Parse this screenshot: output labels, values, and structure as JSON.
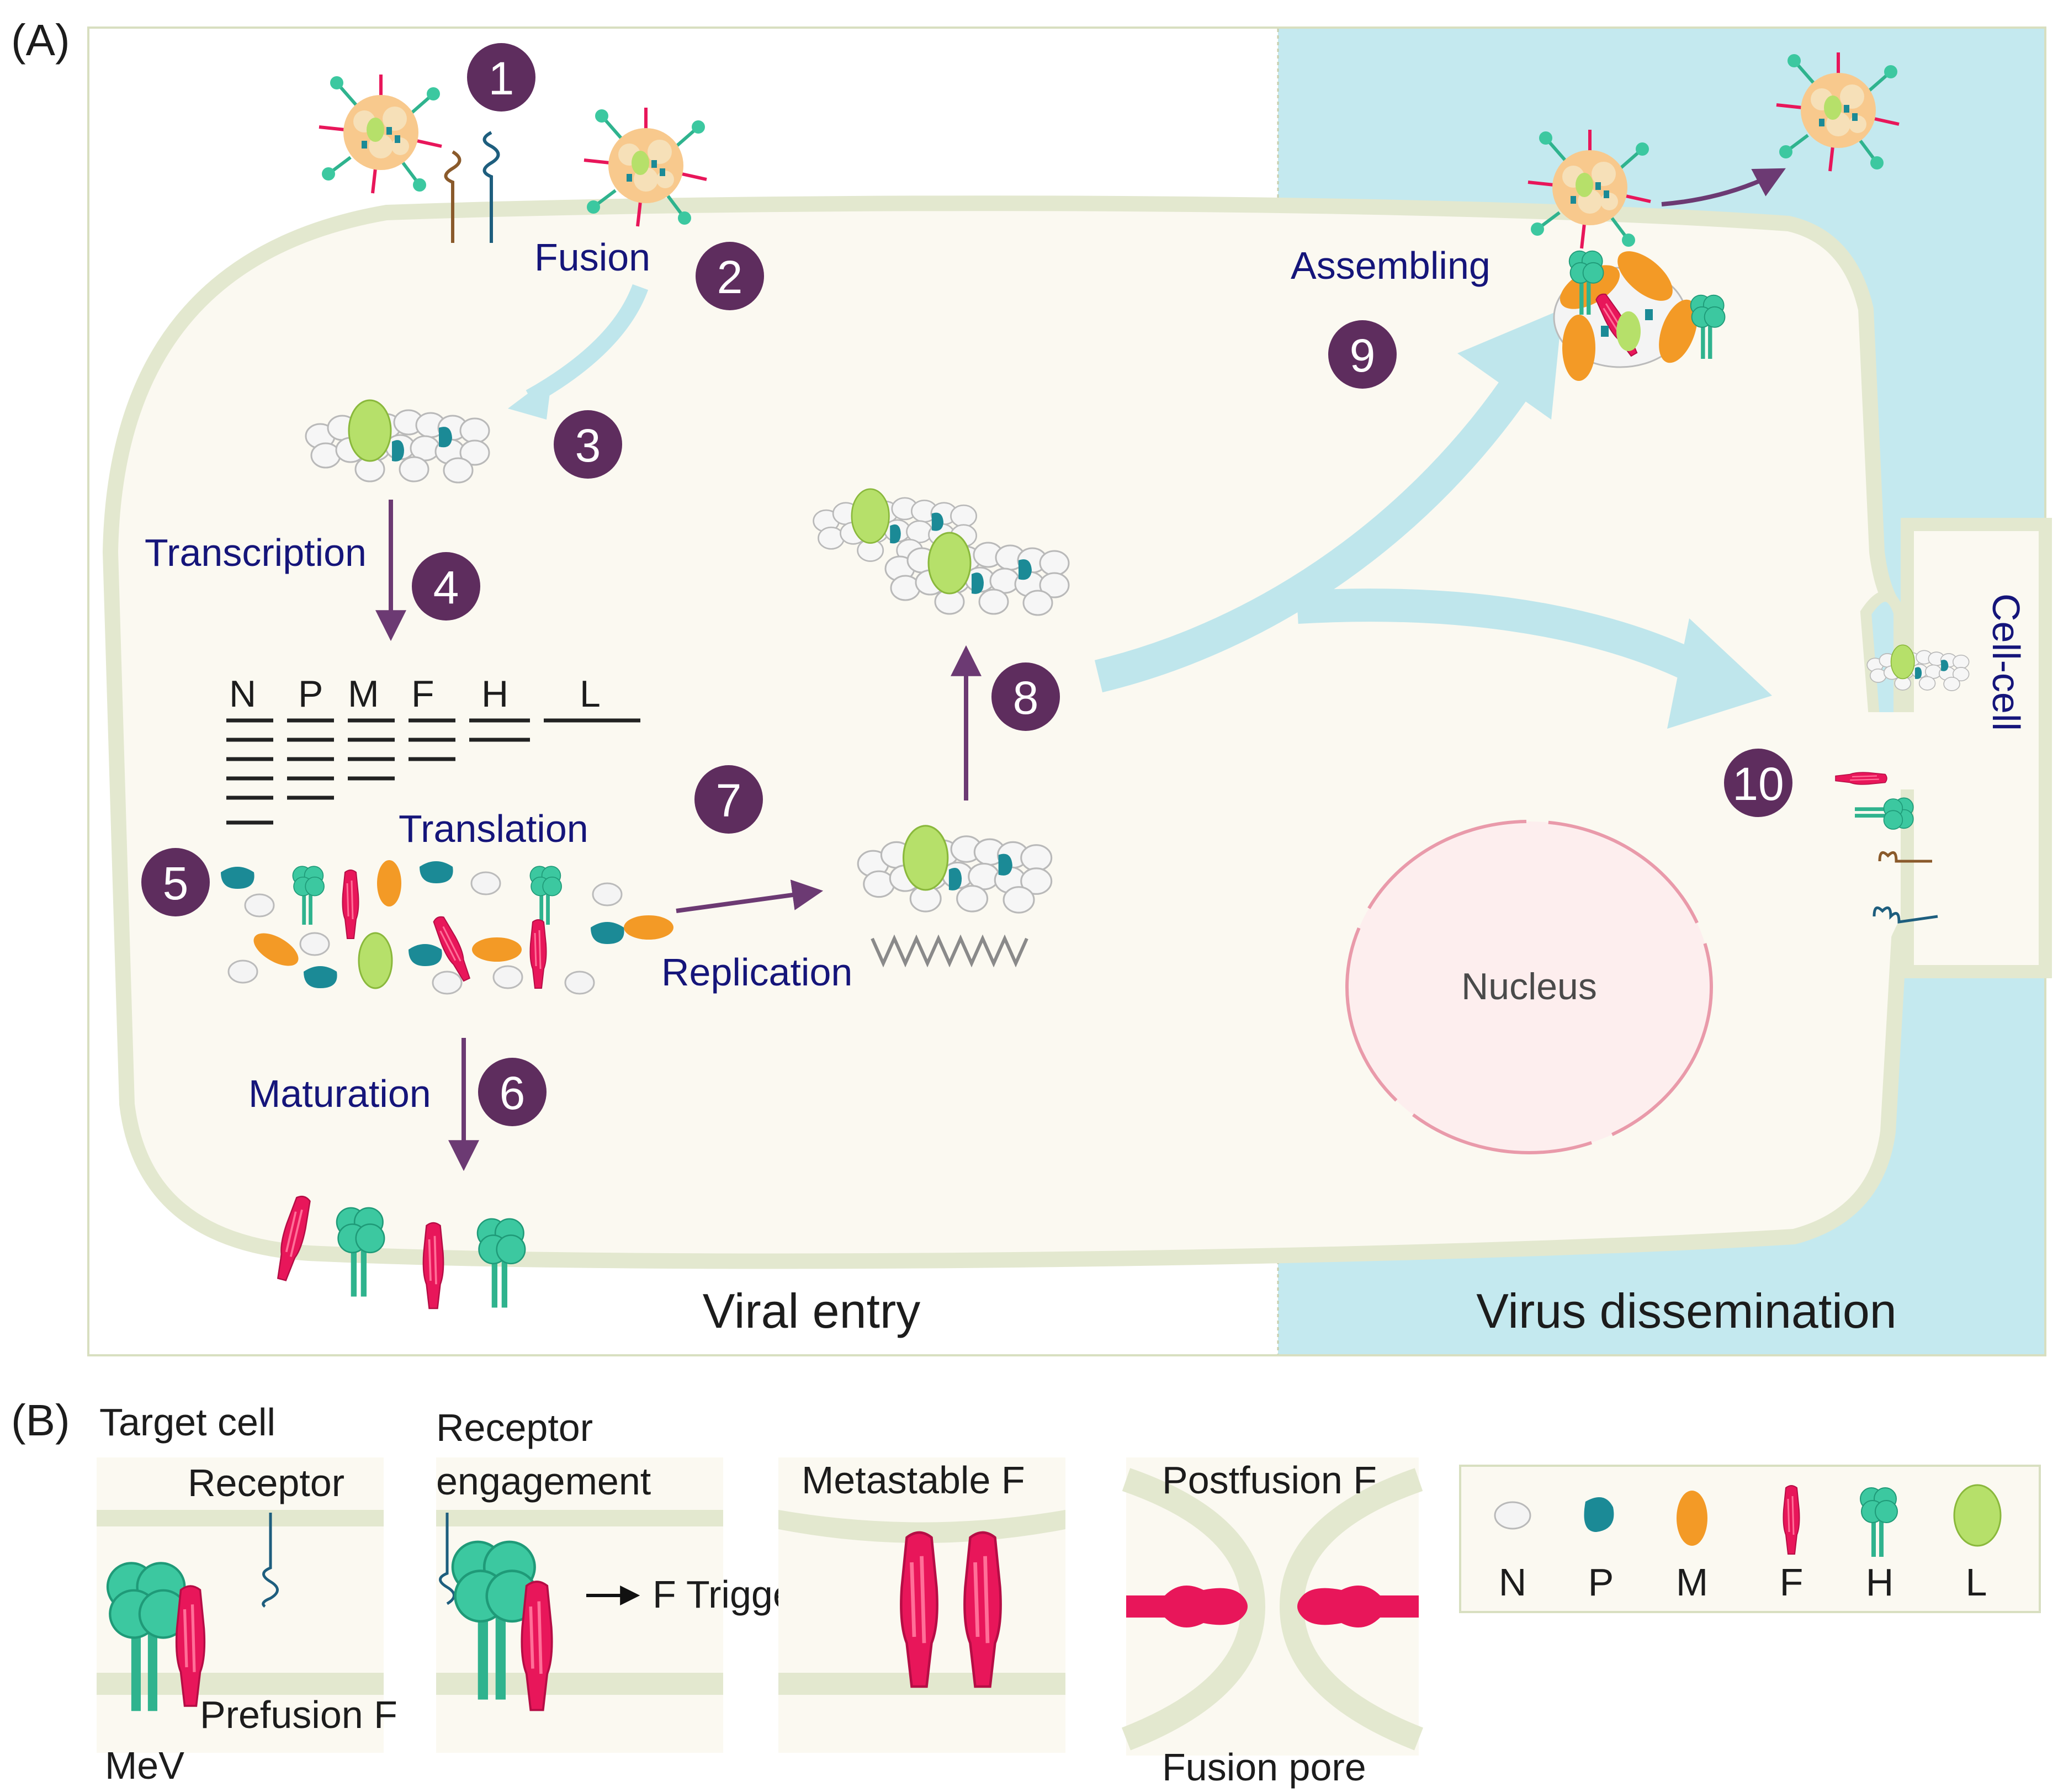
{
  "panels": {
    "a_label": "(A)",
    "b_label": "(B)"
  },
  "panel_a": {
    "steps": [
      {
        "num": "1"
      },
      {
        "num": "2",
        "label": "Fusion"
      },
      {
        "num": "3"
      },
      {
        "num": "4",
        "label": "Transcription"
      },
      {
        "num": "5",
        "label": "Translation"
      },
      {
        "num": "6",
        "label": "Maturation"
      },
      {
        "num": "7",
        "label": "Replication"
      },
      {
        "num": "8"
      },
      {
        "num": "9",
        "label": "Assembling"
      },
      {
        "num": "10",
        "label": "Cell-cell"
      }
    ],
    "genes": [
      "N",
      "P",
      "M",
      "F",
      "H",
      "L"
    ],
    "nucleus": "Nucleus",
    "regions": {
      "left": "Viral entry",
      "right": "Virus dissemination"
    }
  },
  "panel_b": {
    "target_cell": "Target cell",
    "receptor": "Receptor",
    "mev": "MeV",
    "prefusion": "Prefusion F",
    "engagement_line1": "Receptor",
    "engagement_line2": "engagement",
    "triggering": "F Triggering",
    "metastable": "Metastable F",
    "postfusion": "Postfusion F",
    "pore": "Fusion pore"
  },
  "legend": [
    {
      "label": "N",
      "shape": "nucleoprotein",
      "color": "#f4f4f4"
    },
    {
      "label": "P",
      "shape": "phosphoprotein",
      "color": "#1b8a96"
    },
    {
      "label": "M",
      "shape": "matrix",
      "color": "#f39a26"
    },
    {
      "label": "F",
      "shape": "fusion-protein",
      "color": "#e8165a"
    },
    {
      "label": "H",
      "shape": "hemagglutinin",
      "color": "#3cc8a0"
    },
    {
      "label": "L",
      "shape": "polymerase",
      "color": "#b6e06a"
    }
  ],
  "colors": {
    "cytoplasm": "#fbf9f1",
    "membrane": "#e3e8cf",
    "extracellular": "#c4e9ef",
    "arrow": "#6c3a73",
    "step_badge": "#5e2d5e",
    "big_arrow": "#bfe6ec",
    "nucleus": "#e99aaa"
  }
}
